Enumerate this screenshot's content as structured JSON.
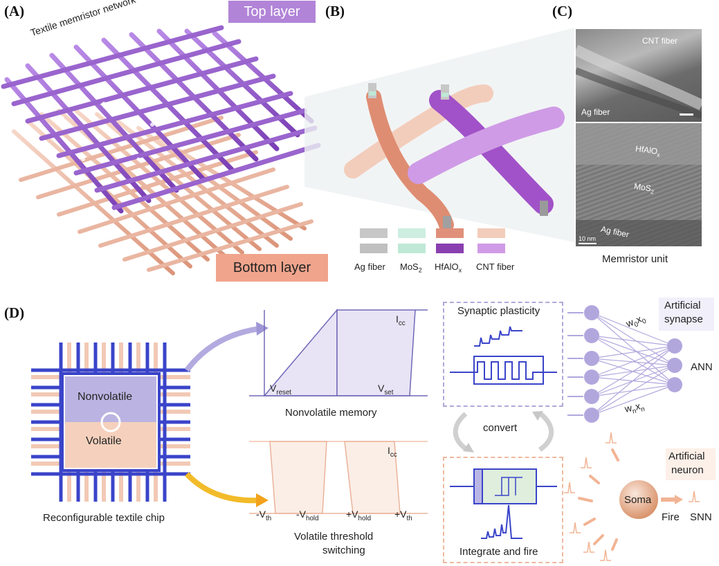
{
  "panels": {
    "a": "(A)",
    "b": "(B)",
    "c": "(C)",
    "d": "(D)"
  },
  "panel_a": {
    "network_title": "Textile memristor network",
    "top_layer": "Top layer",
    "bottom_layer": "Bottom layer"
  },
  "panel_b": {
    "legend": [
      {
        "label": "Ag fiber",
        "colors": [
          "#c7c7c7",
          "#c0c0c0"
        ]
      },
      {
        "label": "MoS",
        "sub": "2",
        "colors": [
          "#cdeee0",
          "#bfe9d6"
        ]
      },
      {
        "label": "HfAlO",
        "sub": "x",
        "colors": [
          "#e0907a",
          "#8a3fb0"
        ]
      },
      {
        "label": "CNT fiber",
        "colors": [
          "#f3cdbb",
          "#cf9be6"
        ]
      }
    ]
  },
  "panel_c": {
    "top_labels": {
      "cnt": "CNT fiber",
      "ag": "Ag fiber"
    },
    "bottom_labels": {
      "hfalo": "HfAlO",
      "hfalo_sub": "x",
      "mos": "MoS",
      "mos_sub": "2",
      "ag": "Ag fiber",
      "scale": "10 nm"
    },
    "caption": "Memristor unit"
  },
  "panel_d": {
    "chip": {
      "nonvolatile": "Nonvolatile",
      "volatile": "Volatile",
      "caption": "Reconfigurable textile chip"
    },
    "nonvolatile_plot": {
      "icc": "I",
      "icc_sub": "cc",
      "vreset": "V",
      "vreset_sub": "reset",
      "vset": "V",
      "vset_sub": "set",
      "caption": "Nonvolatile memory"
    },
    "volatile_plot": {
      "icc": "I",
      "icc_sub": "cc",
      "minus_vth": "-V",
      "minus_vth_sub": "th",
      "minus_vhold": "-V",
      "minus_vhold_sub": "hold",
      "plus_vhold": "+V",
      "plus_vhold_sub": "hold",
      "plus_vth": "+V",
      "plus_vth_sub": "th",
      "caption_line1": "Volatile threshold",
      "caption_line2": "switching"
    },
    "synaptic_plasticity": "Synaptic plasticity",
    "convert": "convert",
    "integrate_fire": "Integrate and fire",
    "artificial_synapse_line1": "Artificial",
    "artificial_synapse_line2": "synapse",
    "ann": "ANN",
    "w0x0": {
      "w": "w",
      "w_sub": "0",
      "x": "x",
      "x_sub": "0"
    },
    "wnxn": {
      "w": "w",
      "w_sub": "n",
      "x": "x",
      "x_sub": "n"
    },
    "artificial_neuron_line1": "Artificial",
    "artificial_neuron_line2": "neuron",
    "soma": "Soma",
    "fire": "Fire",
    "snn": "SNN"
  },
  "colors": {
    "purple": "#a17fd1",
    "purple_light": "#c9b4e6",
    "peach": "#eaa48d",
    "peach_light": "#f6d6c8",
    "blue": "#3a44c9",
    "soma": "#e9b898"
  }
}
